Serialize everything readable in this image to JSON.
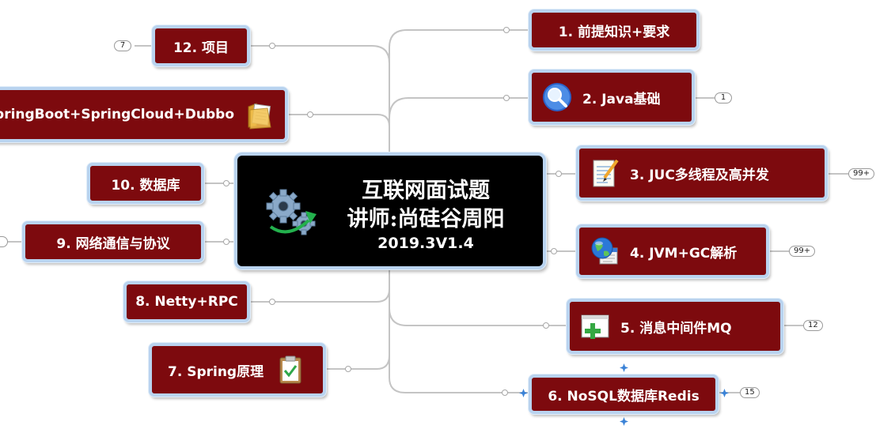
{
  "central": {
    "line1": "互联网面试题",
    "line2": "讲师:尚硅谷周阳",
    "line3": "2019.3V1.4"
  },
  "topics": [
    {
      "id": "t1",
      "label": "1. 前提知识+要求",
      "icon": null
    },
    {
      "id": "t2",
      "label": "2. Java基础",
      "icon": "magnifier-icon",
      "badge": "1"
    },
    {
      "id": "t3",
      "label": "3. JUC多线程及高并发",
      "icon": "notepad-icon",
      "badge": "99+"
    },
    {
      "id": "t4",
      "label": "4. JVM+GC解析",
      "icon": "globe-icon",
      "badge": "99+"
    },
    {
      "id": "t5",
      "label": "5. 消息中间件MQ",
      "icon": "add-window-icon",
      "badge": "12"
    },
    {
      "id": "t6",
      "label": "6. NoSQL数据库Redis",
      "icon": null,
      "badge": "15",
      "selected": true
    },
    {
      "id": "t7",
      "label": "7. Spring原理",
      "icon": "clipboard-check-icon"
    },
    {
      "id": "t8",
      "label": "8. Netty+RPC",
      "icon": null
    },
    {
      "id": "t9",
      "label": "9. 网络通信与协议",
      "icon": null,
      "badge": ""
    },
    {
      "id": "t10",
      "label": "10. 数据库",
      "icon": null
    },
    {
      "id": "t11",
      "label": "-SpringBoot+SpringCloud+Dubbo",
      "icon": "folder-documents-icon"
    },
    {
      "id": "t12",
      "label": "12. 项目",
      "icon": null,
      "badge": "7"
    }
  ],
  "colors": {
    "topic_bg": "#7d0a0e",
    "topic_border": "#b9d3ef",
    "central_bg": "#000000",
    "connector": "#c4c4c4",
    "selection": "#3a82d6"
  }
}
